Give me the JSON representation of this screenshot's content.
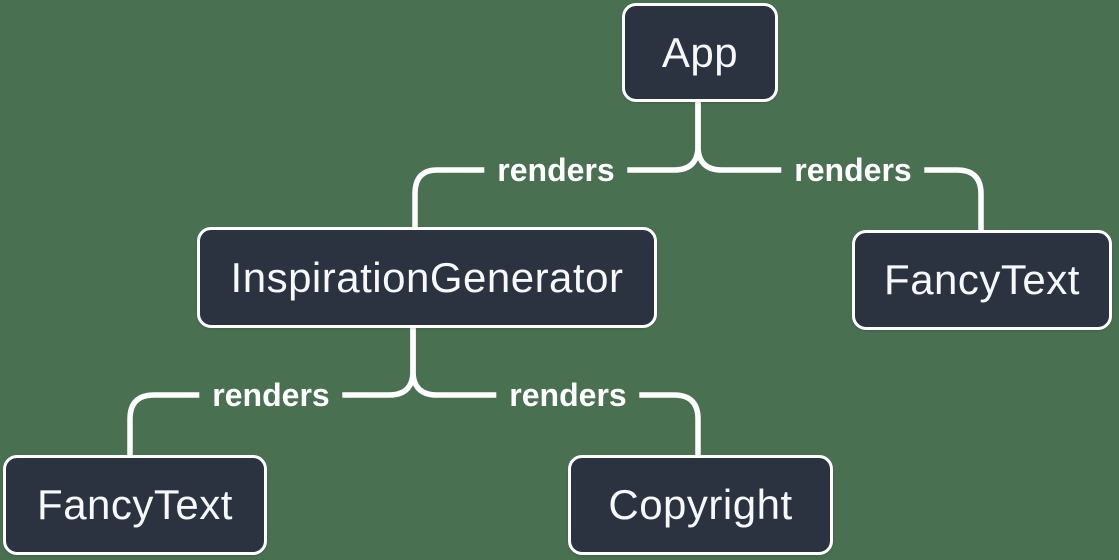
{
  "colors": {
    "background": "#4A7052",
    "node_fill": "#2B3340",
    "node_border": "#FFFFFF",
    "node_text": "#F7F8FA",
    "edge_stroke": "#FFFFFF",
    "edge_label_text": "#FFFFFF"
  },
  "diagram": {
    "kind": "component-render-tree"
  },
  "nodes": [
    {
      "id": "app",
      "label": "App"
    },
    {
      "id": "inspiration-generator",
      "label": "InspirationGenerator"
    },
    {
      "id": "fancy-text-top",
      "label": "FancyText"
    },
    {
      "id": "fancy-text-bottom",
      "label": "FancyText"
    },
    {
      "id": "copyright",
      "label": "Copyright"
    }
  ],
  "edges": [
    {
      "from": "App",
      "to": "InspirationGenerator",
      "label": "renders"
    },
    {
      "from": "App",
      "to": "FancyText",
      "label": "renders"
    },
    {
      "from": "InspirationGenerator",
      "to": "FancyText",
      "label": "renders"
    },
    {
      "from": "InspirationGenerator",
      "to": "Copyright",
      "label": "renders"
    }
  ]
}
